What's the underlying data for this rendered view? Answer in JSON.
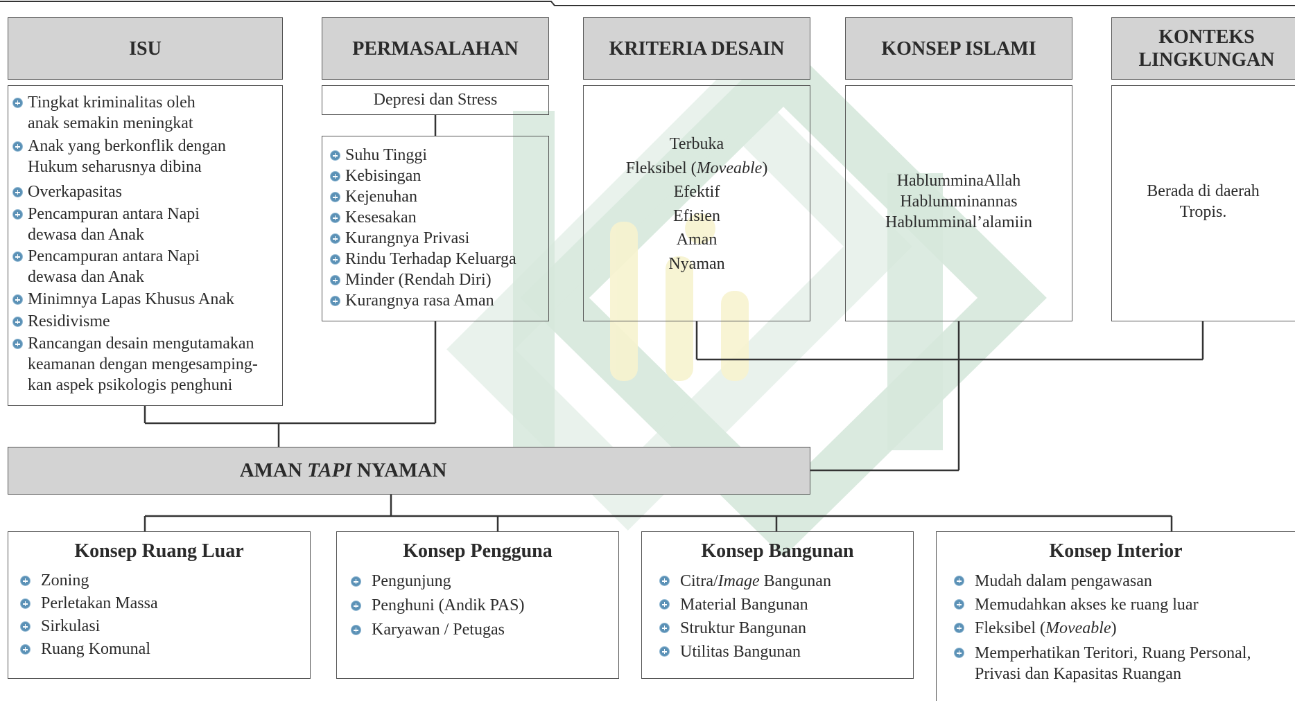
{
  "columns": {
    "isu": {
      "title": "ISU",
      "items": [
        [
          "Tingkat kriminalitas oleh",
          "anak semakin meningkat"
        ],
        [
          "Anak yang berkonflik dengan",
          "Hukum seharusnya dibina"
        ],
        [
          "Overkapasitas"
        ],
        [
          "Pencampuran antara Napi",
          "dewasa dan Anak"
        ],
        [
          "Pencampuran antara Napi",
          "dewasa dan Anak"
        ],
        [
          "Minimnya Lapas Khusus Anak"
        ],
        [
          "Residivisme"
        ],
        [
          "Rancangan desain mengutamakan",
          "keamanan dengan mengesamping-",
          "kan aspek psikologis penghuni"
        ]
      ]
    },
    "permasalahan": {
      "title": "PERMASALAHAN",
      "subtitle": "Depresi dan Stress",
      "items": [
        "Suhu Tinggi",
        "Kebisingan",
        "Kejenuhan",
        "Kesesakan",
        "Kurangnya Privasi",
        "Rindu Terhadap Keluarga",
        "Minder (Rendah Diri)",
        "Kurangnya rasa Aman"
      ]
    },
    "kriteria": {
      "title": "KRITERIA DESAIN",
      "items": [
        "Terbuka",
        "Fleksibel (",
        "Moveable",
        ")",
        "Efektif",
        "Efisien",
        "Aman",
        "Nyaman"
      ]
    },
    "konsep_islami": {
      "title": "KONSEP ISLAMI",
      "items": [
        "HablumminaAllah",
        "Hablumminannas",
        "Hablumminal’alamiin"
      ]
    },
    "konteks": {
      "title_line1": "KONTEKS",
      "title_line2": "LINGKUNGAN",
      "text_line1": "Berada di daerah",
      "text_line2": "Tropis."
    }
  },
  "central": {
    "part1": "AMAN ",
    "part2": "TAPI",
    "part3": " NYAMAN"
  },
  "concepts": {
    "ruang_luar": {
      "title": "Konsep Ruang Luar",
      "items": [
        "Zoning",
        "Perletakan Massa",
        "Sirkulasi",
        "Ruang Komunal"
      ]
    },
    "pengguna": {
      "title": "Konsep Pengguna",
      "items": [
        "Pengunjung",
        "Penghuni (Andik PAS)",
        "Karyawan / Petugas"
      ]
    },
    "bangunan": {
      "title": "Konsep Bangunan",
      "items": [
        "Citra/",
        "Image",
        " Bangunan",
        "Material Bangunan",
        "Struktur Bangunan",
        "Utilitas Bangunan"
      ]
    },
    "interior": {
      "title": "Konsep Interior",
      "items": [
        "Mudah dalam pengawasan",
        "Memudahkan akses ke ruang luar",
        "Fleksibel (",
        "Moveable",
        ")",
        "Memperhatikan Teritori, Ruang Personal,",
        "Privasi dan Kapasitas Ruangan"
      ]
    }
  },
  "colors": {
    "header_fill": "#d3d3d3",
    "bullet": "#5b91b6",
    "line": "#333333",
    "watermark_green": "#cfe3d6",
    "watermark_yellow": "#f5f0c4"
  }
}
